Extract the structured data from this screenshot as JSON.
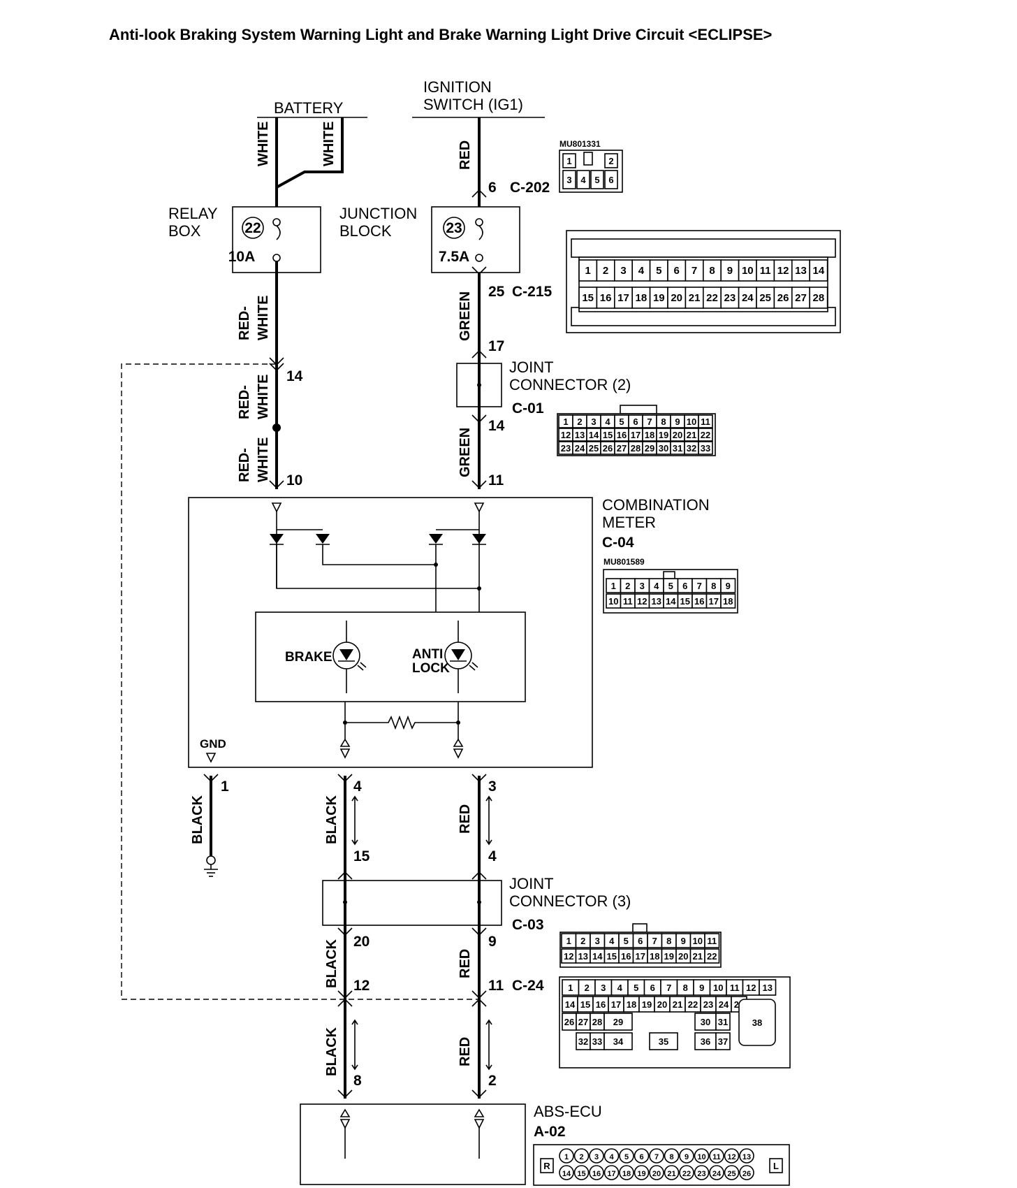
{
  "title": "Anti-look Braking System Warning Light and Brake Warning Light Drive Circuit <ECLIPSE>",
  "sources": {
    "battery": "BATTERY",
    "ignition_line1": "IGNITION",
    "ignition_line2": "SWITCH (IG1)"
  },
  "relay_box": {
    "line1": "RELAY",
    "line2": "BOX",
    "fuse_no": "22",
    "rating": "10A"
  },
  "junction_block": {
    "line1": "JUNCTION",
    "line2": "BLOCK",
    "fuse_no": "23",
    "rating": "7.5A"
  },
  "connectors": {
    "c202": {
      "pin": "6",
      "name": "C-202",
      "part_no": "MU801331",
      "cells": [
        "1",
        "2",
        "3",
        "4",
        "5",
        "6"
      ]
    },
    "c215": {
      "pin_top": "25",
      "name": "C-215",
      "pin_bottom": "17",
      "row1": [
        "1",
        "2",
        "3",
        "4",
        "5",
        "6",
        "7",
        "8",
        "9",
        "10",
        "11",
        "12",
        "13",
        "14"
      ],
      "row2": [
        "15",
        "16",
        "17",
        "18",
        "19",
        "20",
        "21",
        "22",
        "23",
        "24",
        "25",
        "26",
        "27",
        "28"
      ]
    },
    "c01": {
      "title_line1": "JOINT",
      "title_line2": "CONNECTOR (2)",
      "name": "C-01",
      "pin_left_in": "14",
      "pin_right_out": "14",
      "row1": [
        "1",
        "2",
        "3",
        "4",
        "5",
        "6",
        "7",
        "8",
        "9",
        "10",
        "11"
      ],
      "row2": [
        "12",
        "13",
        "14",
        "15",
        "16",
        "17",
        "18",
        "19",
        "20",
        "21",
        "22"
      ],
      "row3": [
        "23",
        "24",
        "25",
        "26",
        "27",
        "28",
        "29",
        "30",
        "31",
        "32",
        "33"
      ]
    },
    "c04": {
      "title_line1": "COMBINATION",
      "title_line2": "METER",
      "name": "C-04",
      "part_no": "MU801589",
      "pin_left": "10",
      "pin_right": "11",
      "row1": [
        "1",
        "2",
        "3",
        "4",
        "5",
        "6",
        "7",
        "8",
        "9"
      ],
      "row2": [
        "10",
        "11",
        "12",
        "13",
        "14",
        "15",
        "16",
        "17",
        "18"
      ]
    },
    "c03": {
      "title_line1": "JOINT",
      "title_line2": "CONNECTOR (3)",
      "name": "C-03",
      "row1": [
        "1",
        "2",
        "3",
        "4",
        "5",
        "6",
        "7",
        "8",
        "9",
        "10",
        "11"
      ],
      "row2": [
        "12",
        "13",
        "14",
        "15",
        "16",
        "17",
        "18",
        "19",
        "20",
        "21",
        "22"
      ]
    },
    "c24": {
      "name": "C-24",
      "pin_left": "12",
      "pin_right": "11",
      "row1": [
        "1",
        "2",
        "3",
        "4",
        "5",
        "6",
        "7",
        "8",
        "9",
        "10",
        "11",
        "12",
        "13"
      ],
      "row2": [
        "14",
        "15",
        "16",
        "17",
        "18",
        "19",
        "20",
        "21",
        "22",
        "23",
        "24",
        "25"
      ],
      "row3": [
        "26",
        "27",
        "28",
        "29",
        "30",
        "31"
      ],
      "row4": [
        "32",
        "33",
        "34",
        "35",
        "36",
        "37"
      ],
      "big": "38"
    },
    "a02": {
      "title": "ABS-ECU",
      "name": "A-02",
      "pin_left": "8",
      "pin_right": "2",
      "left_tag": "R",
      "right_tag": "L",
      "row1": [
        "1",
        "2",
        "3",
        "4",
        "5",
        "6",
        "7",
        "8",
        "9",
        "10",
        "11",
        "12",
        "13"
      ],
      "row2": [
        "14",
        "15",
        "16",
        "17",
        "18",
        "19",
        "20",
        "21",
        "22",
        "23",
        "24",
        "25",
        "26"
      ]
    }
  },
  "wires": {
    "white": "WHITE",
    "red": "RED",
    "green": "GREEN",
    "red_white_1": "RED-",
    "red_white_2": "WHITE",
    "black": "BLACK"
  },
  "meter": {
    "gnd": "GND",
    "brake": "BRAKE",
    "anti_lock_line1": "ANTI",
    "anti_lock_line2": "LOCK",
    "pin_gnd": "1",
    "pin_brake": "4",
    "pin_abs": "3"
  },
  "joint3_pins": {
    "in_left": "15",
    "in_right": "4",
    "out_left": "20",
    "out_right": "9"
  }
}
